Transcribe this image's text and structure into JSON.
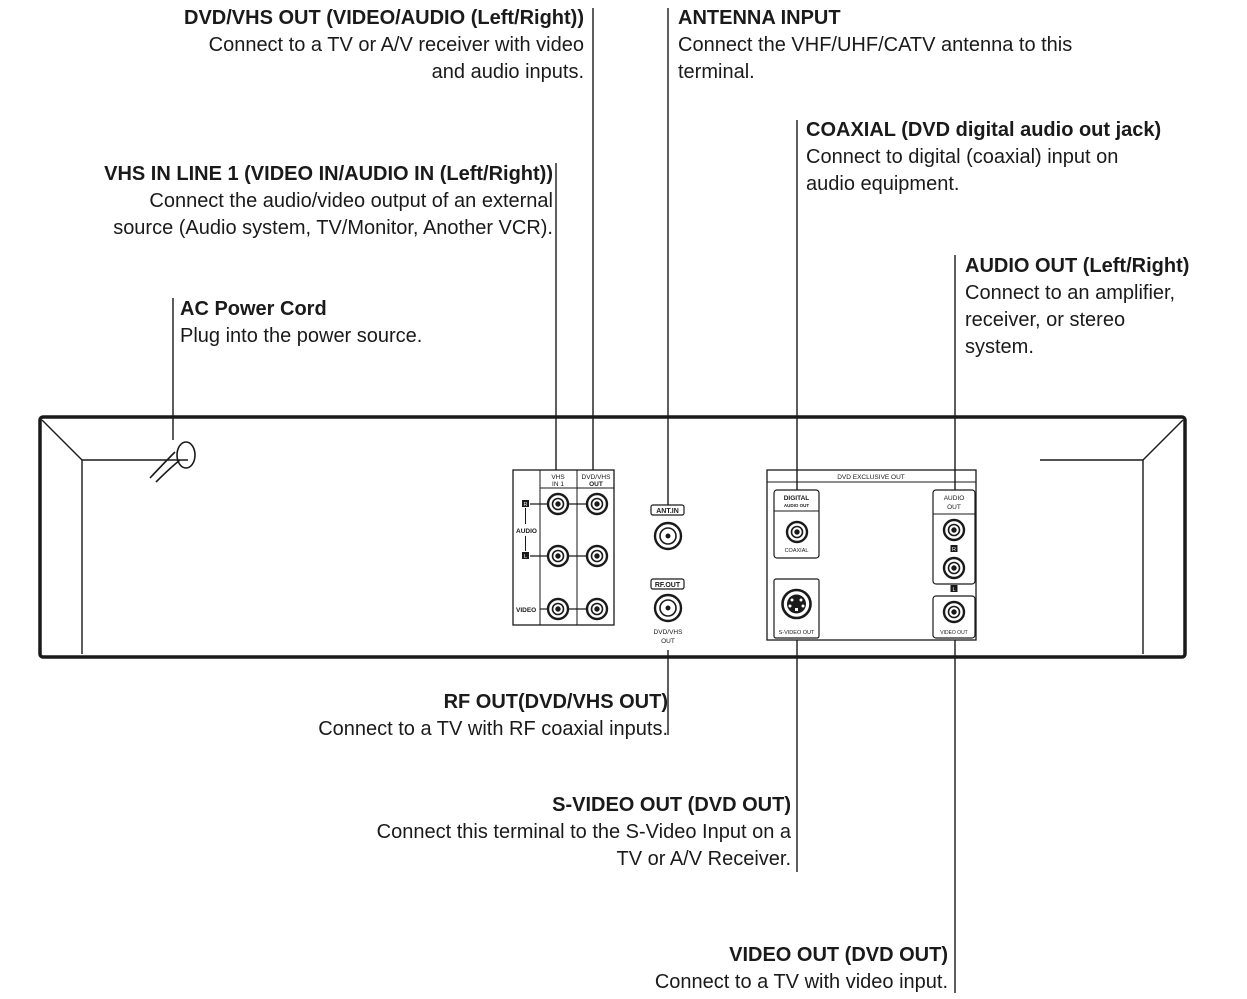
{
  "callouts": {
    "dvd_vhs_out": {
      "title": "DVD/VHS OUT (VIDEO/AUDIO (Left/Right))",
      "desc": "Connect to a TV or A/V receiver with video\nand audio inputs."
    },
    "antenna_input": {
      "title": "ANTENNA INPUT",
      "desc": "Connect the VHF/UHF/CATV antenna to this\nterminal."
    },
    "coaxial": {
      "title": "COAXIAL (DVD digital audio out jack)",
      "desc": "Connect to digital (coaxial) input on\naudio equipment."
    },
    "vhs_in_line1": {
      "title": "VHS IN LINE 1 (VIDEO IN/AUDIO IN (Left/Right))",
      "desc": "Connect the audio/video output of an external\nsource (Audio system, TV/Monitor, Another VCR)."
    },
    "ac_power": {
      "title": "AC Power Cord",
      "desc": "Plug into the power source."
    },
    "audio_out": {
      "title": "AUDIO OUT (Left/Right)",
      "desc": "Connect to an amplifier,\nreceiver, or stereo\nsystem."
    },
    "rf_out": {
      "title": "RF OUT(DVD/VHS OUT)",
      "desc": "Connect to a TV with RF coaxial inputs."
    },
    "s_video_out": {
      "title": "S-VIDEO OUT (DVD OUT)",
      "desc": "Connect this terminal to the S-Video Input on a\nTV or A/V Receiver."
    },
    "video_out": {
      "title": "VIDEO OUT  (DVD OUT)",
      "desc": "Connect to a TV with video input."
    }
  },
  "panel_labels": {
    "vhs_in_1_a": "VHS",
    "vhs_in_1_b": "IN 1",
    "dvd_vhs_a": "DVD/VHS",
    "dvd_vhs_b": "OUT",
    "audio": "AUDIO",
    "r": "R",
    "l": "L",
    "video": "VIDEO",
    "ant_in": "ANT.IN",
    "rf_out": "RF.OUT",
    "rf_sub_a": "DVD/VHS",
    "rf_sub_b": "OUT",
    "dvd_exclusive_out": "DVD EXCLUSIVE OUT",
    "digital": "DIGITAL",
    "digital_sub": "AUDIO OUT",
    "coaxial": "COAXIAL",
    "audio_out_a": "AUDIO",
    "audio_out_b": "OUT",
    "s_video_out": "S-VIDEO OUT",
    "video_out": "VIDEO OUT"
  }
}
